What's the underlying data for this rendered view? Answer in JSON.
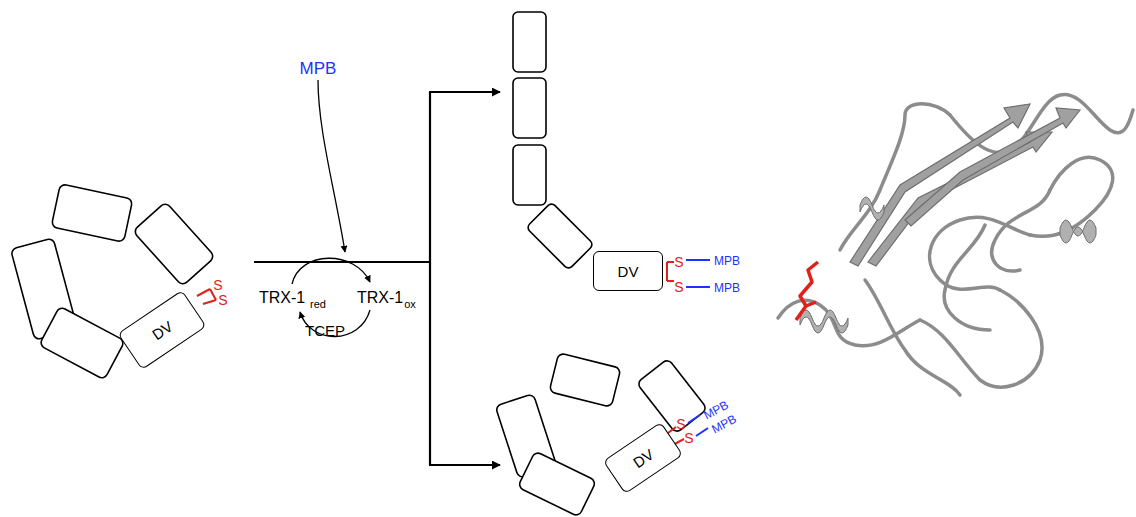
{
  "diagram": {
    "nodes": [
      {
        "text": [
          "DV"
        ]
      },
      {
        "text": [
          "DV"
        ]
      },
      {
        "text": [
          "DV"
        ]
      }
    ],
    "labels": [
      "S",
      "S",
      "MPB",
      "TRX-1",
      "red",
      "TRX-1",
      "ox",
      "TCEP",
      "S",
      "S",
      "MPB",
      "MPB",
      "S",
      "S",
      "MPB",
      "MPB"
    ]
  }
}
